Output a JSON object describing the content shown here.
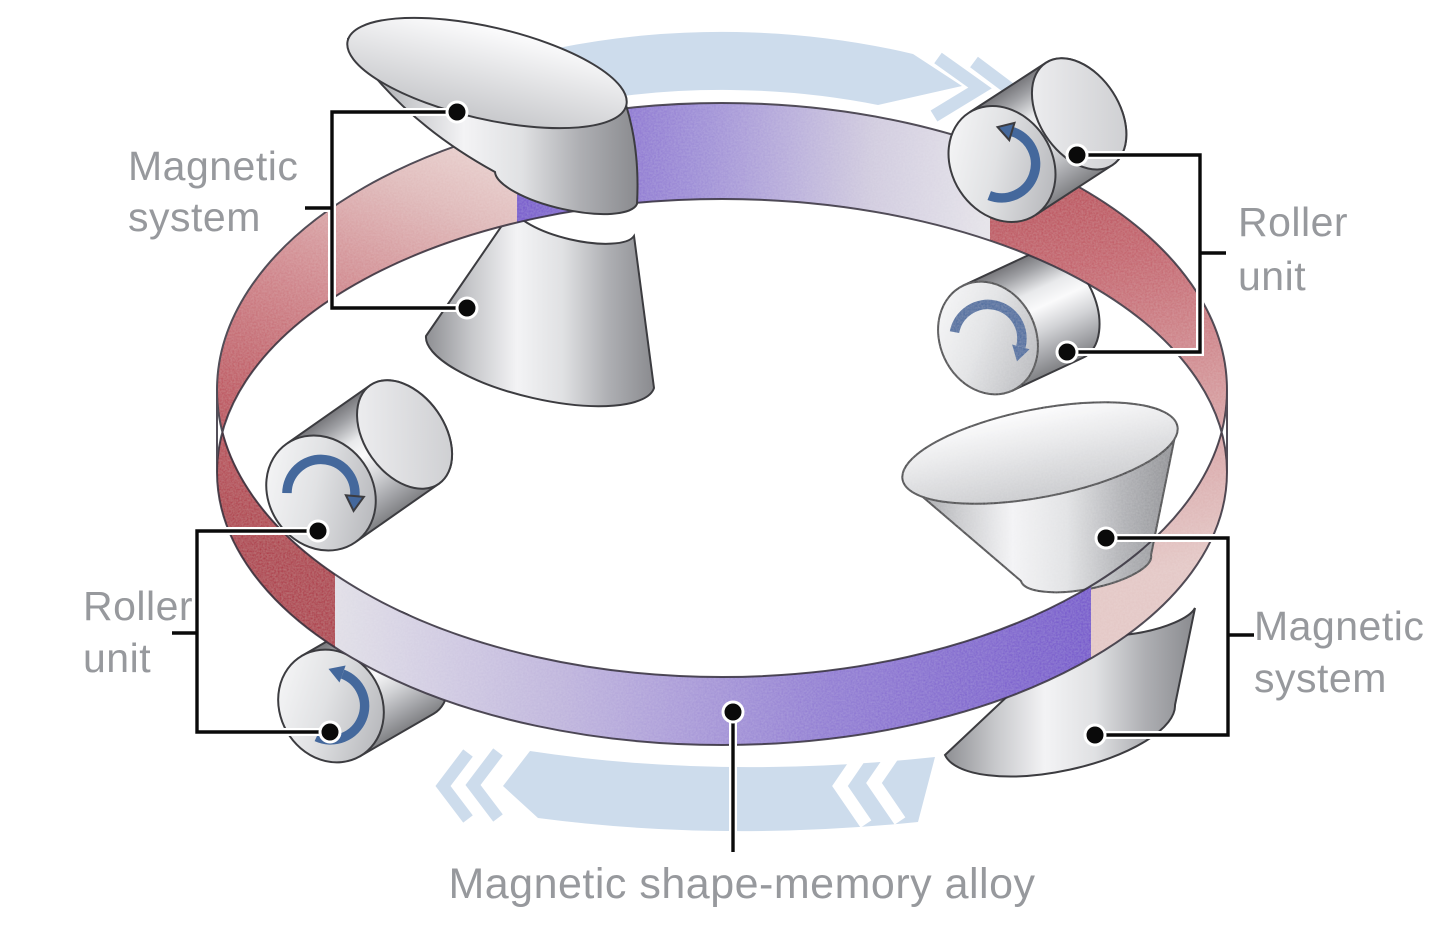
{
  "diagram": {
    "type": "technical-illustration",
    "subject": "Magnetic shape-memory alloy ring drive",
    "labels": {
      "magnetic_system_top": {
        "line1": "Magnetic",
        "line2": "system"
      },
      "roller_unit_right": {
        "line1": "Roller",
        "line2": "unit"
      },
      "roller_unit_left": {
        "line1": "Roller",
        "line2": "unit"
      },
      "magnetic_system_bottom": {
        "line1": "Magnetic",
        "line2": "system"
      },
      "alloy_label": "Magnetic shape-memory alloy"
    },
    "colors": {
      "band_red_strong": "#ab2f3d",
      "band_red_pale": "#ecd9d6",
      "band_purple_strong": "#6f4dca",
      "band_neutral": "#e4e2e8",
      "direction_ribbon": "#cddcec",
      "rotation_arrow": "#44689c",
      "label_text": "#97999d",
      "leader_line": "#0a0a0a",
      "metal_highlight": "#fafafb",
      "metal_shadow": "#808184"
    },
    "icons": {
      "rotation_top_right_upper": "circular-arrow-ccw",
      "rotation_top_right_lower": "circular-arrow-cw",
      "rotation_bottom_left_upper": "circular-arrow-cw",
      "rotation_bottom_left_lower": "circular-arrow-ccw",
      "direction_top": "chevrons-right",
      "direction_bottom": "chevrons-left"
    }
  }
}
